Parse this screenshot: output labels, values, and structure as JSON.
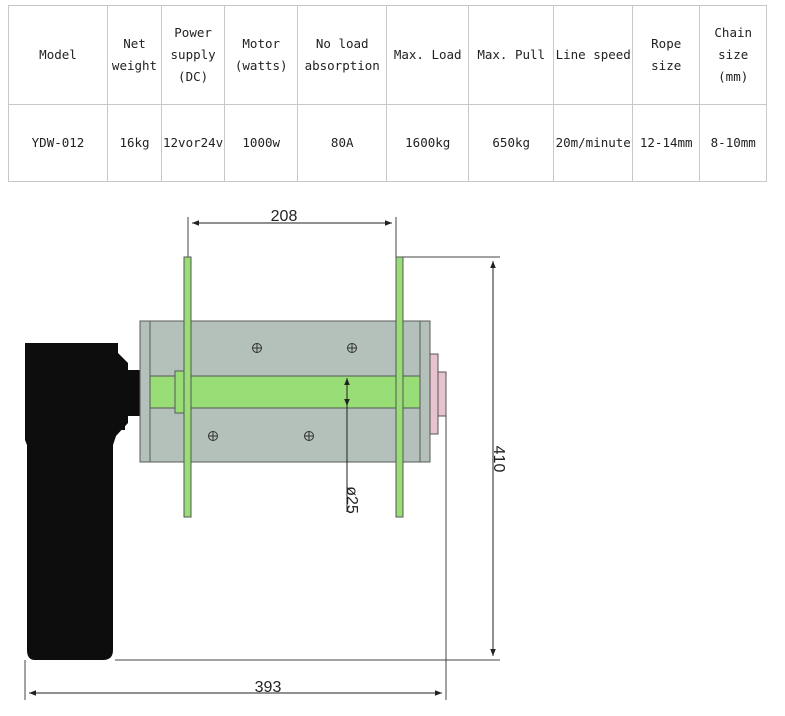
{
  "spec_table": {
    "headers": [
      "Model",
      "Net weight",
      "Power supply (DC)",
      "Motor (watts)",
      "No load absorption",
      "Max. Load",
      "Max. Pull",
      "Line speed",
      "Rope size",
      "Chain size (mm)"
    ],
    "values": [
      "YDW-012",
      "16kg",
      "12vor24v",
      "1000w",
      "80A",
      "1600kg",
      "650kg",
      "20m/minute",
      "12-14mm",
      "8-10mm"
    ]
  },
  "drawing": {
    "dim_top": "208",
    "dim_right": "410",
    "dim_bottom": "393",
    "dim_shaft": "ø25"
  },
  "colors": {
    "motor": "#0d0d0d",
    "drum": "#b3c1ba",
    "flange": "#99dd77",
    "end_cap": "#e6c3cf"
  }
}
